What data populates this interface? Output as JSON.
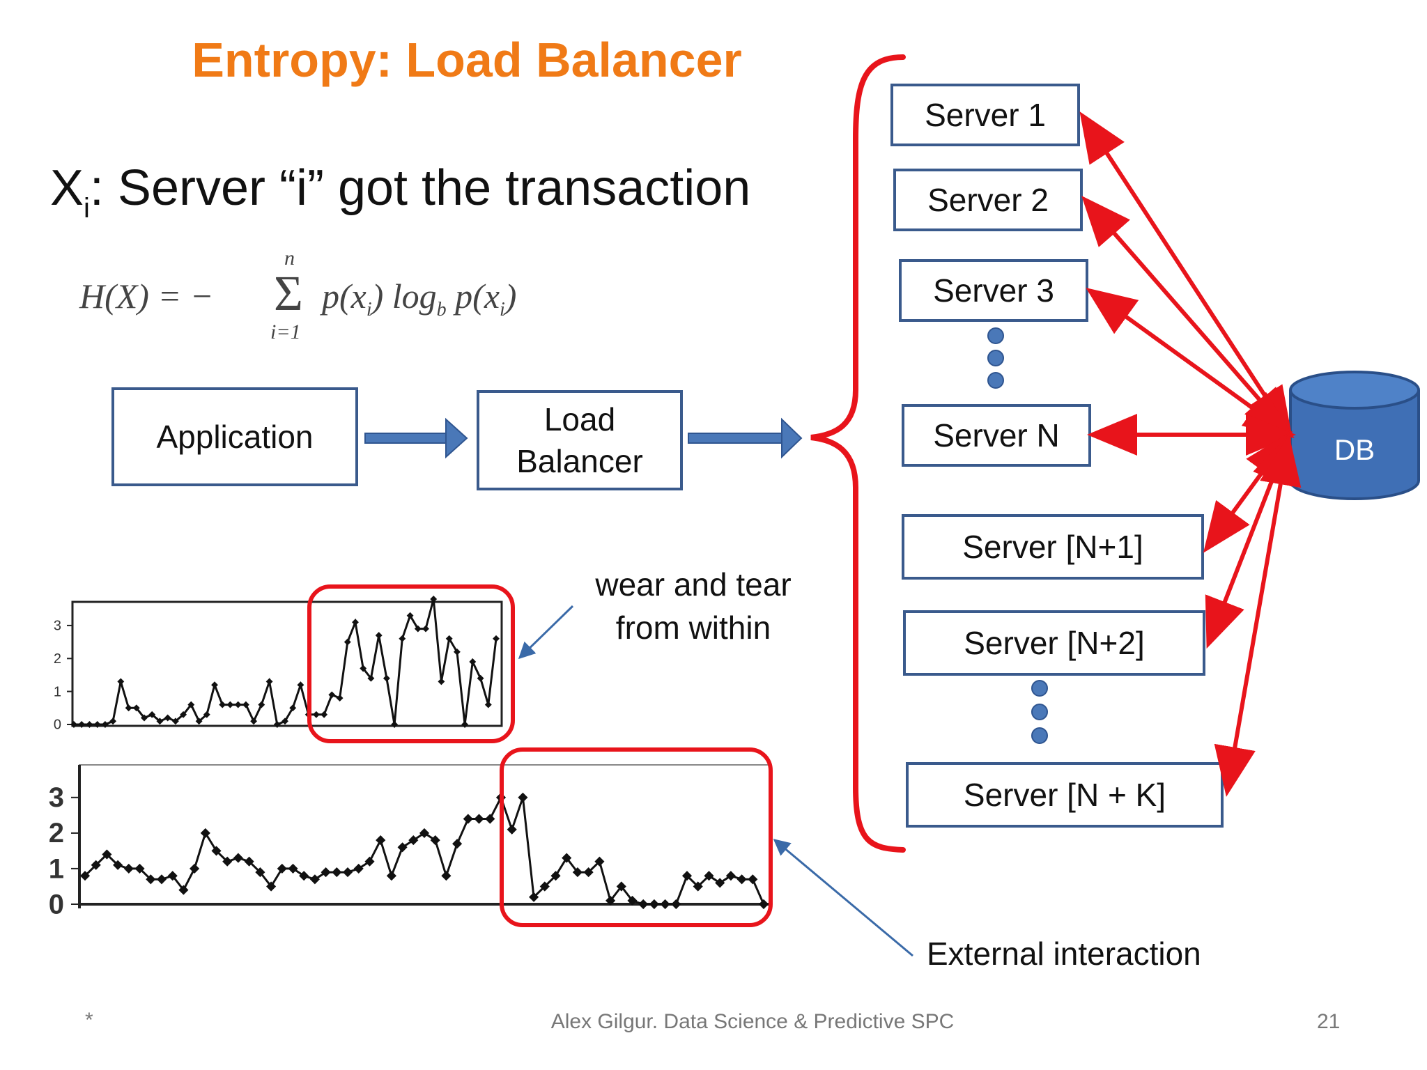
{
  "slide": {
    "title": "Entropy: Load Balancer",
    "heading": {
      "main": "X",
      "subscript": "i",
      "rest": ": Server “i” got the transaction"
    },
    "formula": {
      "lhs": "H(X) = −",
      "upper": "n",
      "lower": "i=1",
      "rhs": "p(x",
      "rhs_sub": "i",
      "rhs2": ") log",
      "log_base": "b",
      "rhs3": " p(x",
      "rhs3_sub": "i",
      "rhs4": ")"
    },
    "flow": {
      "application": "Application",
      "load_balancer_line1": "Load",
      "load_balancer_line2": "Balancer"
    },
    "servers": [
      "Server 1",
      "Server 2",
      "Server 3",
      "Server N",
      "Server [N+1]",
      "Server [N+2]",
      "Server [N + K]"
    ],
    "db_label": "DB",
    "annotations": {
      "wear_line1": "wear and tear",
      "wear_line2": "from within",
      "external": "External interaction"
    },
    "footer": {
      "left": "*",
      "center": "Alex Gilgur.  Data Science & Predictive SPC",
      "page": "21"
    },
    "colors": {
      "title": "#f07a16",
      "box_border": "#3a5a8c",
      "arrow_blue": "#3a6aa8",
      "red": "#e8141b",
      "db_fill": "#3f6fb5",
      "dot_fill": "#4a78b8"
    }
  },
  "chart_data": [
    {
      "type": "line",
      "yticks": [
        "0",
        "1",
        "2",
        "3"
      ],
      "ylim": [
        0,
        3.8
      ],
      "values": [
        0,
        0,
        0,
        0,
        0,
        0.1,
        1.3,
        0.5,
        0.5,
        0.2,
        0.3,
        0.1,
        0.2,
        0.1,
        0.3,
        0.6,
        0.1,
        0.3,
        1.2,
        0.6,
        0.6,
        0.6,
        0.6,
        0.1,
        0.6,
        1.3,
        0,
        0.1,
        0.5,
        1.2,
        0.3,
        0.3,
        0.3,
        0.9,
        0.8,
        2.5,
        3.1,
        1.7,
        1.4,
        2.7,
        1.4,
        0,
        2.6,
        3.3,
        2.9,
        2.9,
        3.8,
        1.3,
        2.6,
        2.2,
        0,
        1.9,
        1.4,
        0.6,
        2.6
      ]
    },
    {
      "type": "line",
      "yticks": [
        "0",
        "1",
        "2",
        "3"
      ],
      "ylim": [
        0,
        3.8
      ],
      "values": [
        0.8,
        1.1,
        1.4,
        1.1,
        1.0,
        1.0,
        0.7,
        0.7,
        0.8,
        0.4,
        1.0,
        2.0,
        1.5,
        1.2,
        1.3,
        1.2,
        0.9,
        0.5,
        1.0,
        1.0,
        0.8,
        0.7,
        0.9,
        0.9,
        0.9,
        1.0,
        1.2,
        1.8,
        0.8,
        1.6,
        1.8,
        2.0,
        1.8,
        0.8,
        1.7,
        2.4,
        2.4,
        2.4,
        3.0,
        2.1,
        3.0,
        0.2,
        0.5,
        0.8,
        1.3,
        0.9,
        0.9,
        1.2,
        0.1,
        0.5,
        0.1,
        0.0,
        0.0,
        0.0,
        0.0,
        0.8,
        0.5,
        0.8,
        0.6,
        0.8,
        0.7,
        0.7,
        0.0
      ]
    }
  ]
}
